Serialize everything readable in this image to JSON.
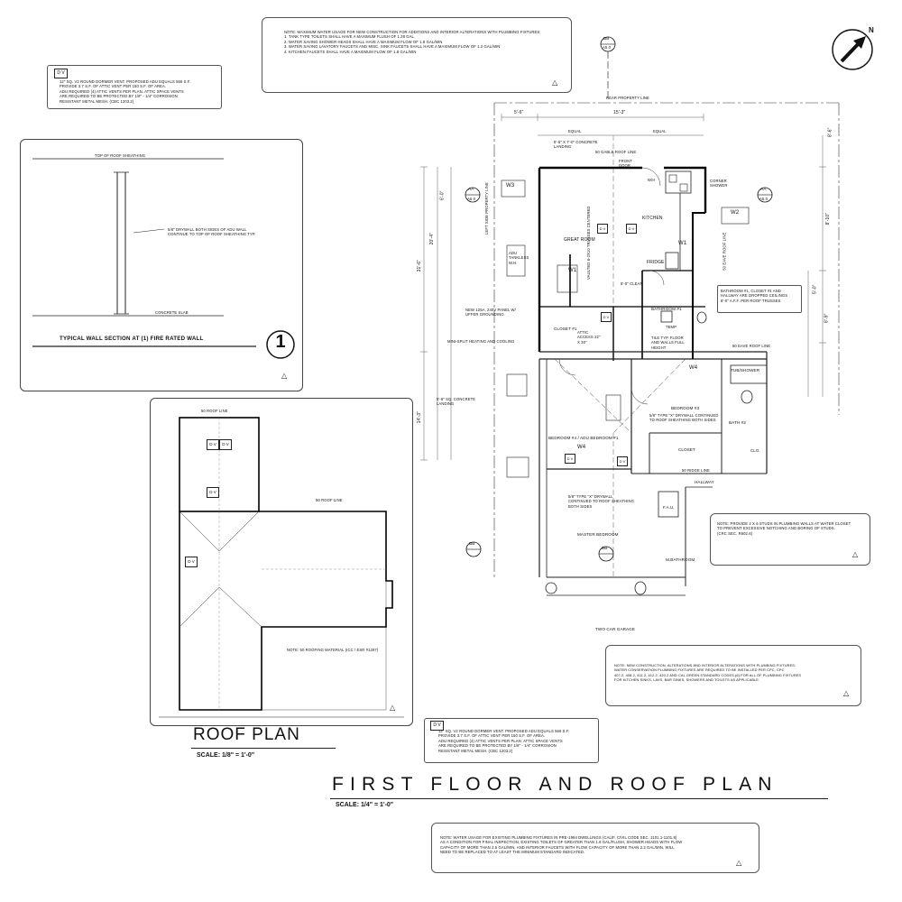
{
  "sheet": {
    "main_title": "FIRST FLOOR AND ROOF PLAN",
    "main_scale": "SCALE: 1/4\" = 1'-0\"",
    "roof_title": "ROOF PLAN",
    "roof_scale": "SCALE: 1/8\" = 1'-0\""
  },
  "notes": {
    "top_max_water": [
      "NOTE: MAXIMUM WATER USAGE FOR NEW CONSTRUCTION FOR ADDITIONS AND INTERIOR ALTERATIONS WITH PLUMBING FIXTURES:",
      "1. TANK TYPE TOILETS SHALL HAVE A MAXIMUM FLUSH OF 1.28 GAL.",
      "2. WATER SAVING SHOWER HEADS SHALL HAVE A MAXIMUM FLOW OF 1.8 GAL/MIN",
      "3. WATER SAVING LAVATORY FAUCETS AND MISC. SINK FAUCETS SHALL HAVE A MAXIMUM FLOW OF 1.2 GAL/MIN",
      "4. KITCHEN FAUCETS SHALL HAVE A MAXIMUM FLOW OF 1.8 GAL/MIN"
    ],
    "dormer_vent_top": [
      "12\" SQ. V2 ROUND DORMER VENT. PROPOSED ADU EQUALS 566 S.F.",
      "PROVIDE 3.7 S.F. OF ATTIC VENT PER 150 S.F. OF AREA.",
      "ADU REQUIRED (4) ATTIC VENTS PER PLAN. ATTIC SPACE VENTS",
      "ARE REQUIRED TO BE PROTECTED BY 1/8\" - 1/4\" CORROSION",
      "RESISTANT METAL MESH. (CBC 1203.2)"
    ],
    "dormer_vent_bottom": [
      "12\" SQ. V2 ROUND DORMER VENT. PROPOSED ADU EQUALS 566 S.F.",
      "PROVIDE 3.7 S.F. OF ATTIC VENT PER 150 S.F. OF AREA.",
      "ADU REQUIRED (4) ATTIC VENTS PER PLAN. ATTIC SPACE VENTS",
      "ARE REQUIRED TO BE PROTECTED BY 1/8\" - 1/4\" CORROSION",
      "RESISTANT METAL MESH. (CBC 1203.2)"
    ],
    "plumbing_studs": [
      "NOTE: PROVIDE 2 X 6 STUDS IN PLUMBING WALLS AT WATER CLOSET",
      "TO PREVENT EXCESSIVE NOTCHING AND BORING OF STUDS.",
      "(CRC SEC. R602.6)"
    ],
    "new_construction": [
      "NOTE: NEW CONSTRUCTION, ALTERATIONS AND INTERIOR ALTERATIONS WITH PLUMBING FIXTURES:",
      "WATER CONSERVATION PLUMBING FIXTURES ARE REQUIRED TO BE INSTALLED PER CPC, CPC",
      "407.2, 408.2, 411.2, 412.2, 420.2 AND CAL GREEN STANDARD CODES.(6) FOR ALL OF PLUMBING FIXTURES",
      "FOR KITCHEN SINKS, LAVS, BAR SINKS, SHOWERS AND TOILETS AS APPLICABLE."
    ],
    "bottom_existing": [
      "NOTE: WATER USAGE FOR EXISTING PLUMBING FIXTURES IN PRE-1994 DWELLINGS (CALIF. CIVIL CODE SEC. 1101.1-1101.8)",
      "AS A CONDITION FOR FINAL INSPECTION, EXISTING TOILETS OF GREATER THAN 1.6 GAL/FLUSH, SHOWER HEADS WITH FLOW",
      "CAPACITY OF MORE THAN 2.5 GAL/MIN, AND INTERIOR FAUCETS WITH FLOW CAPACITY OF MORE THAN 2.2 GAL/MIN, WILL",
      "NEED TO BE REPLACED TO AT LEAST THE MINIMUM STANDARD INDICATED."
    ],
    "bathroom_closet": [
      "BATHROOM #1, CLOSET #1 AND",
      "HALLWAY ARE DROPPED CEILINGS",
      "8'-0\" A.F.F. PER ROOF TRUSSES"
    ],
    "roofing_material": "NOTE: 50 ROOFING MATERIAL (ICC / ESR #1287)"
  },
  "wall_section": {
    "top_label": "TOP OF ROOF SHEATHING",
    "drywall_note": [
      "5/8\" DRYWALL BOTH SIDES OF ADU WALL",
      "CONTINUE TO TOP OF ROOF SHEATHING TYP."
    ],
    "slab_label": "CONCRETE SLAB",
    "caption": "TYPICAL WALL SECTION AT (1) FIRE RATED WALL",
    "number": "1"
  },
  "roof_plan": {
    "roof_line_top": "50 ROOF LINE",
    "roof_line_mid": "50 ROOF LINE",
    "vent": "D V"
  },
  "floor_plan": {
    "rear_property_line": "REAR PROPERTY LINE",
    "left_property_line": "LEFT SIDE PROPERTY LINE",
    "rooms": {
      "great_room": "GREAT ROOM",
      "kitchen": "KITCHEN",
      "fridge": "FRIDGE",
      "bathroom1": "BATHROOM #1",
      "closet1": "CLOSET #1",
      "bedroom4": "BEDROOM #4 / ADU BEDROOM #1",
      "bedroom3": "BEDROOM #3",
      "closet": "CLOSET",
      "hallway": "HALLWAY",
      "bath2": "BATH #2",
      "tub_shower": "TUB/SHOWER",
      "master_bedroom": "MASTER BEDROOM",
      "m_bathroom": "M.BATHROOM",
      "garage": "TWO CAR GARAGE",
      "fau": "F.A.U.",
      "clo": "CLO."
    },
    "labels": {
      "front_door": "FRONT DOOR",
      "corner_shower": "CORNER SHOWER",
      "concrete_landing_top": "5'-6\" X 7'-0\" CONCRETE LANDING",
      "concrete_landing_left": "5'-6\" SQ. CONCRETE LANDING",
      "gable_roof_top": "50 GABLE ROOF LINE",
      "eave_roof_kitchen": "50 EAVE ROOF LINE",
      "eave_roof_mid": "50 EAVE ROOF LINE",
      "ridge_line": "50 RIDGE LINE",
      "tankless": "ADU TANKLESS W.H.",
      "panel": "NEW 125A, 240V PANEL W/ UFFER GROUNDING",
      "mini_split": "MINI-SPLIT HEATING AND COOLING",
      "attic_access": "ATTIC ACCESS 22\" X 30\"",
      "tile_typ": "TILE TYP. FLOOR AND WALLS FULL HEIGHT",
      "vaulted": "VAULTED 8-2x10 TRUSSES CENTERED",
      "clear": "5'-0\" CLEAR",
      "drywall_5_8_a": "5/8\" TYPE \"X\" DRYWALL CONTINUED TO ROOF SHEATHING BOTH SIDES",
      "drywall_5_8_b": "5/8\" TYPE \"X\" DRYWALL CONTINUED TO ROOF SHEATHING BOTH SIDES",
      "ref_aa": "AA",
      "ref_bb": "BB",
      "ref_sheet": "A5.0",
      "equal": "EQUAL",
      "wh": "W/H",
      "dv": "D V",
      "w1": "W1",
      "w2": "W2",
      "w3": "W3",
      "w4": "W4",
      "un": "UN",
      "temp": "TEMP"
    },
    "dims": {
      "top1": "5'-6\"",
      "top2": "15'-3\"",
      "left1": "20'-4\"",
      "left2": "31'-6\"",
      "left3": "14'-3\"",
      "left4": "6'-0\"",
      "right1": "8'-6\"",
      "right2": "8'-10\"",
      "right3": "5'-0\"",
      "right4": "8'-9\""
    }
  },
  "compass": "N",
  "revision": "1"
}
